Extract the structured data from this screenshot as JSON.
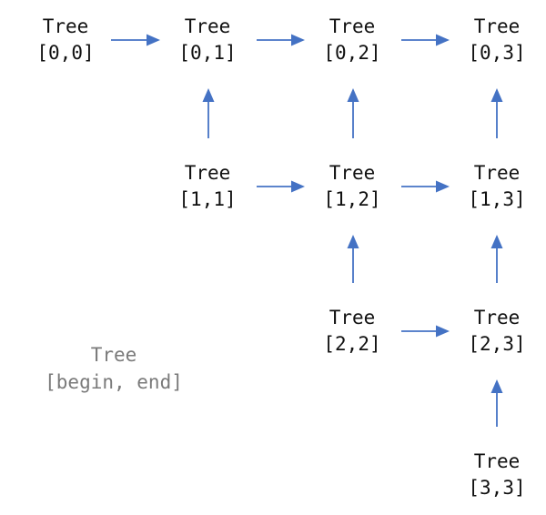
{
  "node_label": "Tree",
  "nodes": [
    {
      "id": "0-0",
      "range": "[0,0]"
    },
    {
      "id": "0-1",
      "range": "[0,1]"
    },
    {
      "id": "0-2",
      "range": "[0,2]"
    },
    {
      "id": "0-3",
      "range": "[0,3]"
    },
    {
      "id": "1-1",
      "range": "[1,1]"
    },
    {
      "id": "1-2",
      "range": "[1,2]"
    },
    {
      "id": "1-3",
      "range": "[1,3]"
    },
    {
      "id": "2-2",
      "range": "[2,2]"
    },
    {
      "id": "2-3",
      "range": "[2,3]"
    },
    {
      "id": "3-3",
      "range": "[3,3]"
    }
  ],
  "legend": {
    "title": "Tree",
    "subtitle": "[begin, end]"
  },
  "arrow_color": "#4472C4"
}
